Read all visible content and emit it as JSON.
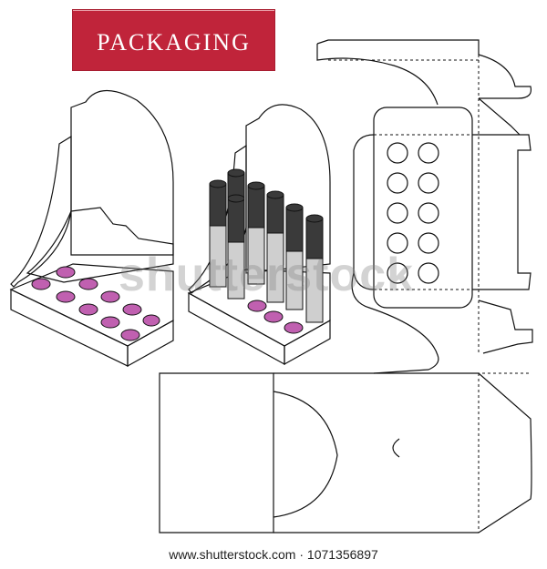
{
  "badge": {
    "title": "PACKAGING",
    "color": "#c0243a"
  },
  "watermark": {
    "text": "shutterstock"
  },
  "footer": {
    "text": "www.shutterstock.com · 1071356897"
  },
  "colors": {
    "pink_light": "#fbe0f1",
    "pink_mid": "#f5bfe3",
    "hole": "#c060b0",
    "tube_dark": "#3a3a3a",
    "tube_light": "#cfcfcf"
  }
}
